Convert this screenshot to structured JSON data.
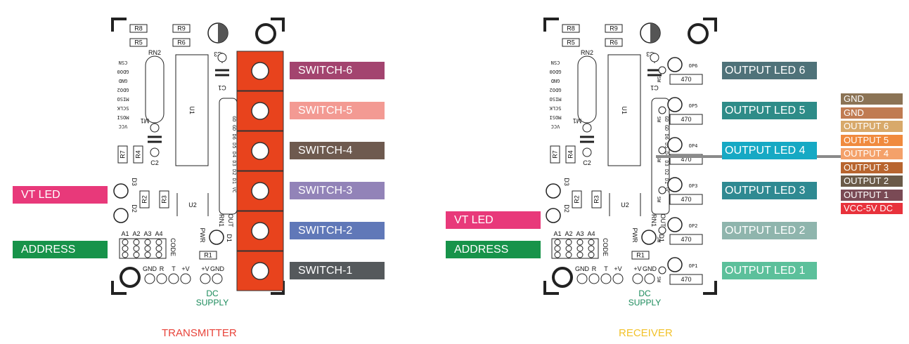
{
  "colors": {
    "switch_body": "#e8431d",
    "pcb_line": "#222222",
    "vt_led": "#e8397a",
    "address": "#17934a",
    "transmitter_caption": "#e8433a",
    "receiver_caption": "#f2c22b",
    "dc_supply": "#1a8a5a"
  },
  "transmitter": {
    "caption": "TRANSMITTER",
    "labels": {
      "vt_led": "VT LED",
      "address": "ADDRESS"
    },
    "switches": [
      {
        "label": "SWITCH-6",
        "color": "#a3446f"
      },
      {
        "label": "SWITCH-5",
        "color": "#f39a93"
      },
      {
        "label": "SWITCH-4",
        "color": "#6e5a4f"
      },
      {
        "label": "SWITCH-3",
        "color": "#9283b8"
      },
      {
        "label": "SWITCH-2",
        "color": "#6078b8"
      },
      {
        "label": "SWITCH-1",
        "color": "#55595c"
      }
    ]
  },
  "receiver": {
    "caption": "RECEIVER",
    "labels": {
      "vt_led": "VT LED",
      "address": "ADDRESS"
    },
    "outputs": [
      {
        "label": "OUTPUT LED 6",
        "color": "#4f7279"
      },
      {
        "label": "OUTPUT LED 5",
        "color": "#2e8c88"
      },
      {
        "label": "OUTPUT LED 4",
        "color": "#16a9c4"
      },
      {
        "label": "OUTPUT LED 3",
        "color": "#2f8a92"
      },
      {
        "label": "OUTPUT LED 2",
        "color": "#8fb5ad"
      },
      {
        "label": "OUTPUT LED 1",
        "color": "#5cc09b"
      }
    ],
    "connector": [
      {
        "label": "GND",
        "color": "#8b7355"
      },
      {
        "label": "GND",
        "color": "#c07b52"
      },
      {
        "label": "OUTPUT 6",
        "color": "#d8a96a"
      },
      {
        "label": "OUTPUT 5",
        "color": "#f08a3e"
      },
      {
        "label": "OUTPUT 4",
        "color": "#f4a16a"
      },
      {
        "label": "OUTPUT 3",
        "color": "#b8652f"
      },
      {
        "label": "OUTPUT 2",
        "color": "#6a5a48"
      },
      {
        "label": "OUTPUT 1",
        "color": "#7a4a55"
      },
      {
        "label": "VCC-5V DC",
        "color": "#e8323c"
      }
    ]
  },
  "board": {
    "resistors_top": [
      "R8",
      "R9",
      "R5",
      "R6"
    ],
    "c3": "C3",
    "rn2": "RN2",
    "u1": "U1",
    "c1": "C1",
    "m1": "M1",
    "c2": "C2",
    "r7": "R7",
    "r4": "R4",
    "d3": "D3",
    "d2": "D2",
    "r2": "R2",
    "r3": "R3",
    "u2": "U2",
    "rn1": "RN1",
    "out": "OUT",
    "pwr": "PWR",
    "d1": "D1",
    "r1": "R1",
    "code": "CODE",
    "pins": [
      "CSN",
      "GDO0",
      "GND",
      "GDO2",
      "MISO",
      "SCLK",
      "MOSI",
      "VCC"
    ],
    "address_pins": [
      "A1",
      "A2",
      "A3",
      "A4"
    ],
    "header_left": [
      "GND",
      "R",
      "T",
      "+V"
    ],
    "header_right": [
      "+V",
      "GND"
    ],
    "dc_supply": [
      "DC",
      "SUPPLY"
    ],
    "out_pins": "GD GD D6 D5 D4 D3 D2 D1 VC",
    "rx_resistor": "470",
    "rx_switch": "SW",
    "rx_leds": [
      "OP6",
      "OP5",
      "OP4",
      "OP3",
      "OP2",
      "OP1"
    ]
  }
}
